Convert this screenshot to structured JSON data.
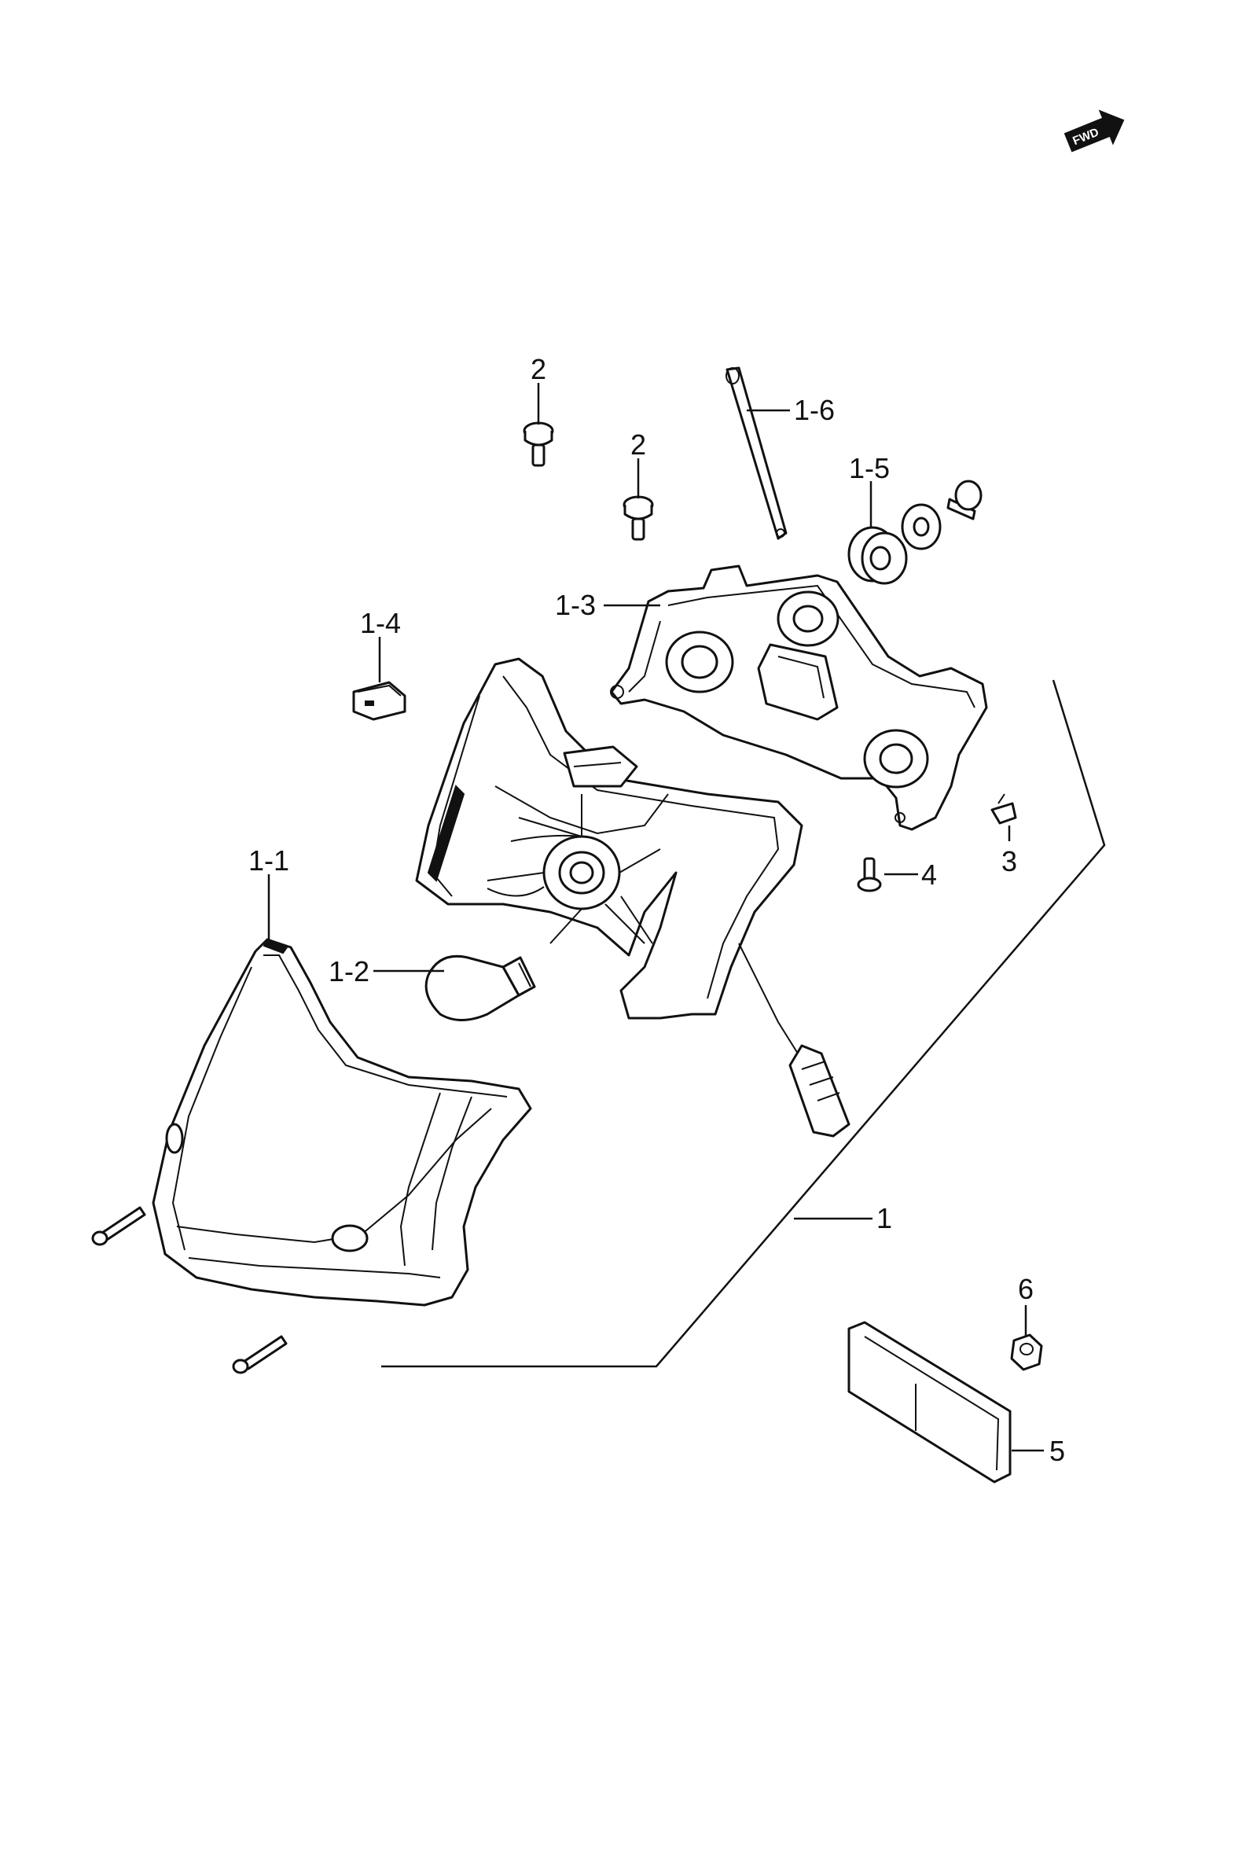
{
  "fwd_badge": "FWD",
  "callouts": {
    "c1": "1",
    "c1_1": "1-1",
    "c1_2": "1-2",
    "c1_3": "1-3",
    "c1_4": "1-4",
    "c1_5": "1-5",
    "c1_6": "1-6",
    "c2a": "2",
    "c2b": "2",
    "c3": "3",
    "c4": "4",
    "c5": "5",
    "c6": "6"
  },
  "colors": {
    "line": "#111111",
    "background": "#ffffff"
  }
}
